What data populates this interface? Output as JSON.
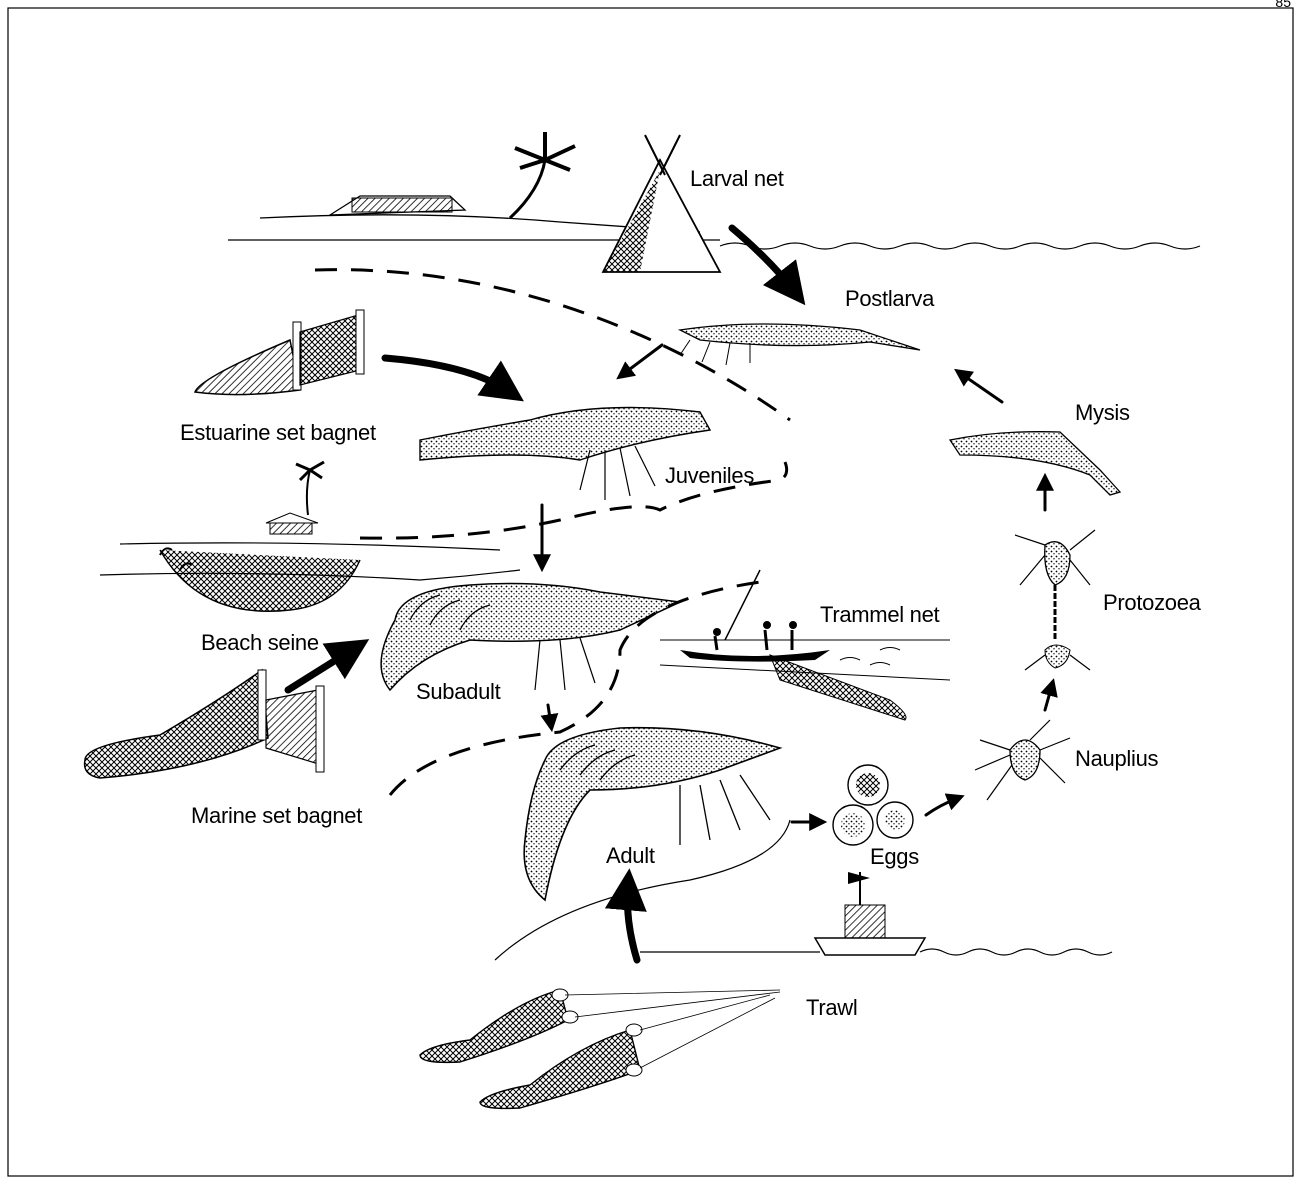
{
  "page_number": "85",
  "stages": {
    "postlarva": "Postlarva",
    "juveniles": "Juveniles",
    "subadult": "Subadult",
    "adult": "Adult",
    "eggs": "Eggs",
    "nauplius": "Nauplius",
    "protozoea": "Protozoea",
    "mysis": "Mysis"
  },
  "gears": {
    "larval_net": "Larval net",
    "estuarine_set_bagnet": "Estuarine set bagnet",
    "beach_seine": "Beach seine",
    "marine_set_bagnet": "Marine set bagnet",
    "trammel_net": "Trammel net",
    "trawl": "Trawl"
  }
}
